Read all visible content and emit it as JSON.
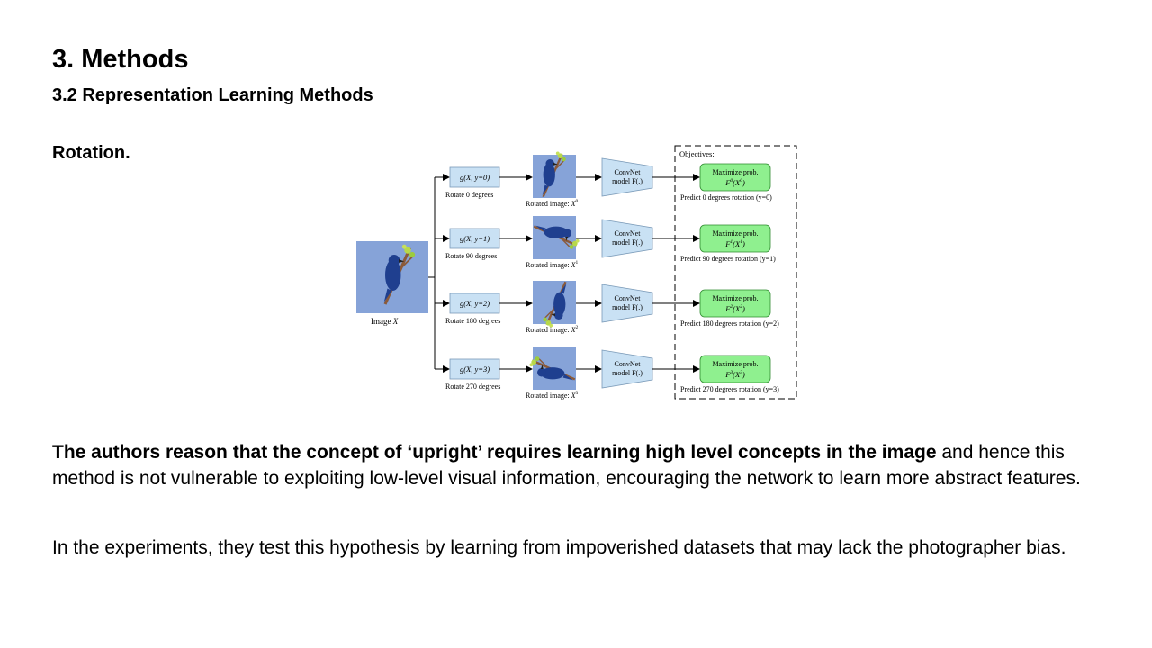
{
  "heading": "3. Methods",
  "subheading": "3.2 Representation Learning Methods",
  "section_label": "Rotation.",
  "figure": {
    "input_label_prefix": "Image",
    "input_label_var": "X",
    "objectives_label": "Objectives:",
    "convnet_line1": "ConvNet",
    "convnet_line2": "model F(.)",
    "maximize_label": "Maximize prob.",
    "branches": [
      {
        "transform": "g(X, y=0)",
        "rotate_label": "Rotate 0 degrees",
        "rotated_label": "Rotated image:",
        "rotated_var": "X",
        "sup": "0",
        "prob": "F",
        "prob_arg": "(X",
        "predict_label": "Predict 0 degrees rotation (y=0)",
        "rotation": 0
      },
      {
        "transform": "g(X, y=1)",
        "rotate_label": "Rotate 90 degrees",
        "rotated_label": "Rotated image:",
        "rotated_var": "X",
        "sup": "1",
        "prob": "F",
        "prob_arg": "(X",
        "predict_label": "Predict 90 degrees rotation (y=1)",
        "rotation": 90
      },
      {
        "transform": "g(X, y=2)",
        "rotate_label": "Rotate 180 degrees",
        "rotated_label": "Rotated image:",
        "rotated_var": "X",
        "sup": "2",
        "prob": "F",
        "prob_arg": "(X",
        "predict_label": "Predict 180 degrees rotation (y=2)",
        "rotation": 180
      },
      {
        "transform": "g(X, y=3)",
        "rotate_label": "Rotate 270 degrees",
        "rotated_label": "Rotated image:",
        "rotated_var": "X",
        "sup": "3",
        "prob": "F",
        "prob_arg": "(X",
        "predict_label": "Predict 270 degrees rotation (y=3)",
        "rotation": 270
      }
    ],
    "colors": {
      "image_bg": "#86a3d8",
      "transform_box": "#c9e1f4",
      "convnet": "#c9e1f4",
      "objective_box": "#8ff08f"
    }
  },
  "paragraph1_bold": "The authors reason that the concept of ‘upright’ requires learning high level concepts in the image",
  "paragraph1_rest": " and hence this method is not vulnerable to exploiting low-level visual information, encouraging the network to learn more abstract features.",
  "paragraph2": "In the experiments, they test this hypothesis by learning from impoverished datasets that may lack the photographer bias."
}
